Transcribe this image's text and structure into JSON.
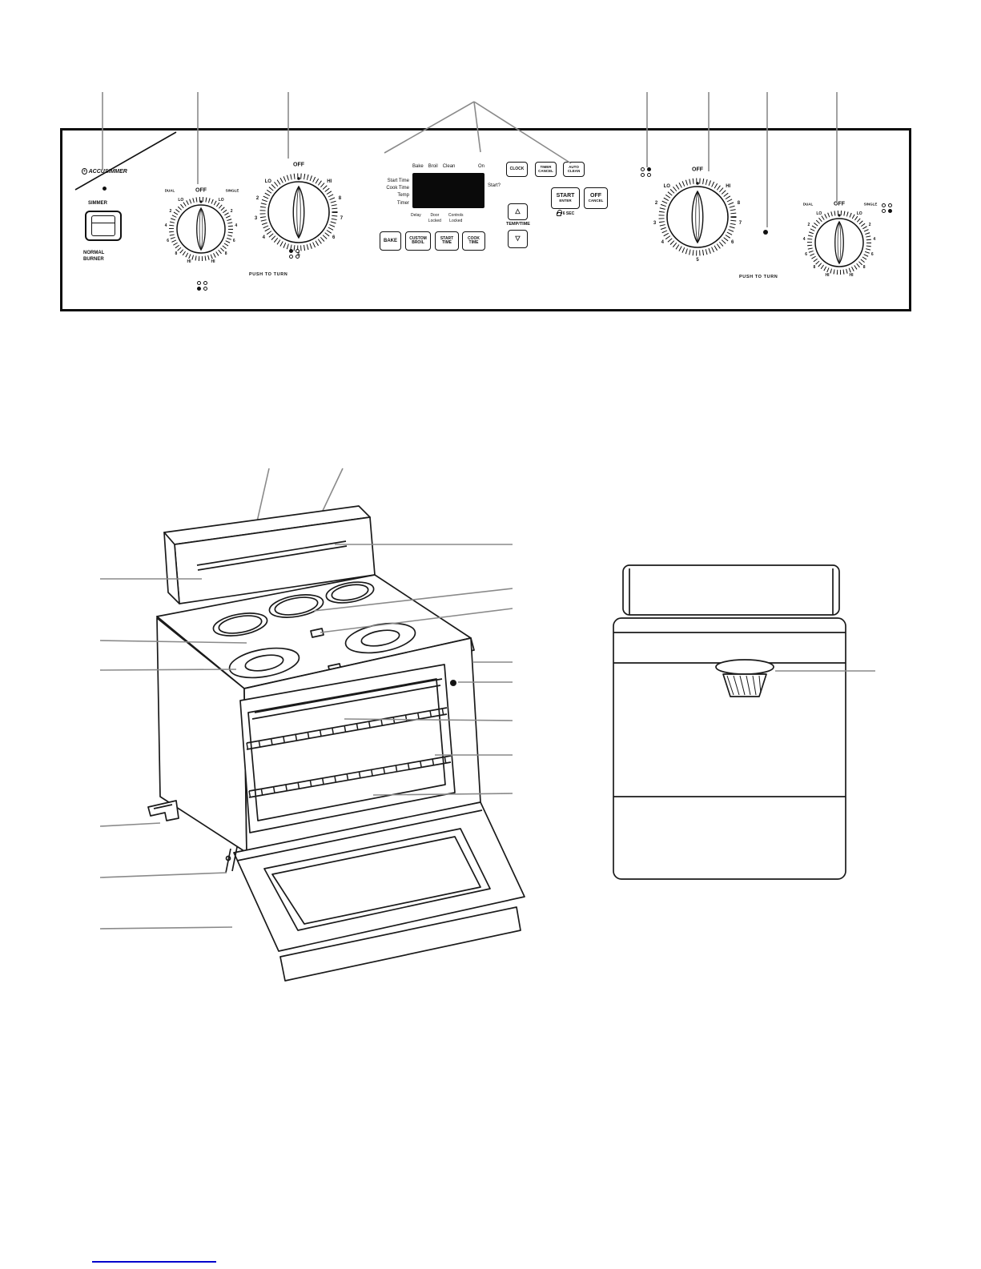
{
  "panel": {
    "accusimmer": {
      "icon": "+",
      "title": "ACCUSIMMER",
      "simmer": "SIMMER",
      "normal_burner": "NORMAL\nBURNER"
    },
    "push_to_turn": "PUSH TO TURN",
    "knob_single": {
      "off": "OFF",
      "lo": "LO",
      "hi": "HI",
      "numbers": [
        "2",
        "3",
        "4",
        "5",
        "6",
        "7",
        "8"
      ]
    },
    "knob_dual": {
      "off": "OFF",
      "dual": "DUAL",
      "single": "SINGLE",
      "lo": "LO",
      "hi": "HI",
      "numbers": [
        "2",
        "4",
        "6",
        "8"
      ]
    },
    "oven_control": {
      "status_top": [
        "Bake",
        "Broil",
        "Clean",
        "On"
      ],
      "left_labels": [
        "Start Time",
        "Cook Time",
        "Temp",
        "Timer"
      ],
      "start_question": "Start?",
      "status_bottom": [
        "Delay",
        "Door\nLocked",
        "Controls\nLocked"
      ],
      "clock": "CLOCK",
      "timer_cancel": "TIMER\nCANCEL",
      "auto_clean": "AUTO\nCLEAN",
      "bake": "BAKE",
      "custom_broil": "CUSTOM\nBROIL",
      "start_time": "START\nTIME",
      "cook_time": "COOK\nTIME",
      "temp_time": "TEMP/TIME",
      "up_icon": "△",
      "down_icon": "▽",
      "start": "START",
      "enter": "ENTER",
      "six_sec": "6 SEC",
      "off": "OFF",
      "cancel": "CANCEL"
    }
  }
}
